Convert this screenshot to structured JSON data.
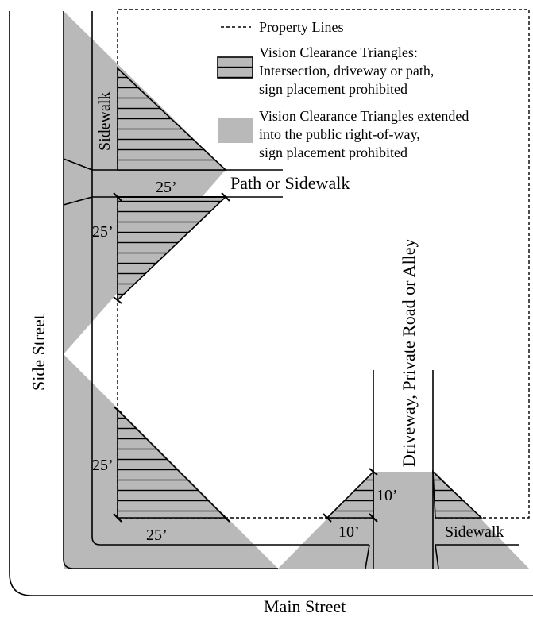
{
  "colors": {
    "gray_fill": "#b9b9b9",
    "line": "#000000",
    "background": "#ffffff"
  },
  "legend": {
    "property_lines": "Property Lines",
    "hatched_line1": "Vision Clearance Triangles:",
    "hatched_line2": "Intersection, driveway or path,",
    "hatched_line3": "sign placement prohibited",
    "gray_line1": "Vision Clearance Triangles extended",
    "gray_line2": "into the public right-of-way,",
    "gray_line3": "sign placement prohibited"
  },
  "labels": {
    "sidewalk_vertical": "Sidewalk",
    "sidewalk_bottom": "Sidewalk",
    "path_or_sidewalk": "Path or Sidewalk",
    "side_street": "Side Street",
    "main_street": "Main Street",
    "driveway": "Driveway, Private Road or Alley"
  },
  "dimensions": {
    "path_top_horizontal": "25’",
    "path_bottom_vertical": "25’",
    "corner_vertical": "25’",
    "corner_horizontal": "25’",
    "driveway_vertical": "10’",
    "driveway_horizontal": "10’"
  }
}
